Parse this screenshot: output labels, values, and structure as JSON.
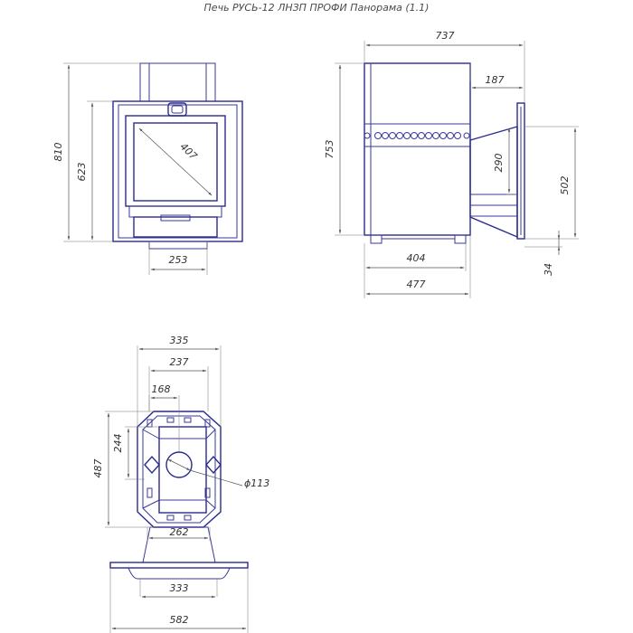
{
  "title": "Печь РУСЬ-12 ЛНЗП ПРОФИ Панорама (1.1)",
  "front_view": {
    "height_total": "810",
    "height_body": "623",
    "glass_diagonal": "407",
    "chimney_width": "253"
  },
  "side_view": {
    "depth_total": "737",
    "tunnel_length": "187",
    "height_body": "753",
    "tunnel_height": "290",
    "tunnel_top": "502",
    "leg_height": "34",
    "base_depth": "404",
    "body_depth": "477"
  },
  "top_view": {
    "width_outer": "335",
    "width_inner": "237",
    "width_flue": "168",
    "depth_inner": "244",
    "depth_outer": "487",
    "flue_diameter": "ϕ113",
    "width_bottom": "262",
    "plate_inner": "333",
    "plate_outer": "582"
  },
  "colors": {
    "outline": "#2b2b8c",
    "dimension": "#555555"
  }
}
